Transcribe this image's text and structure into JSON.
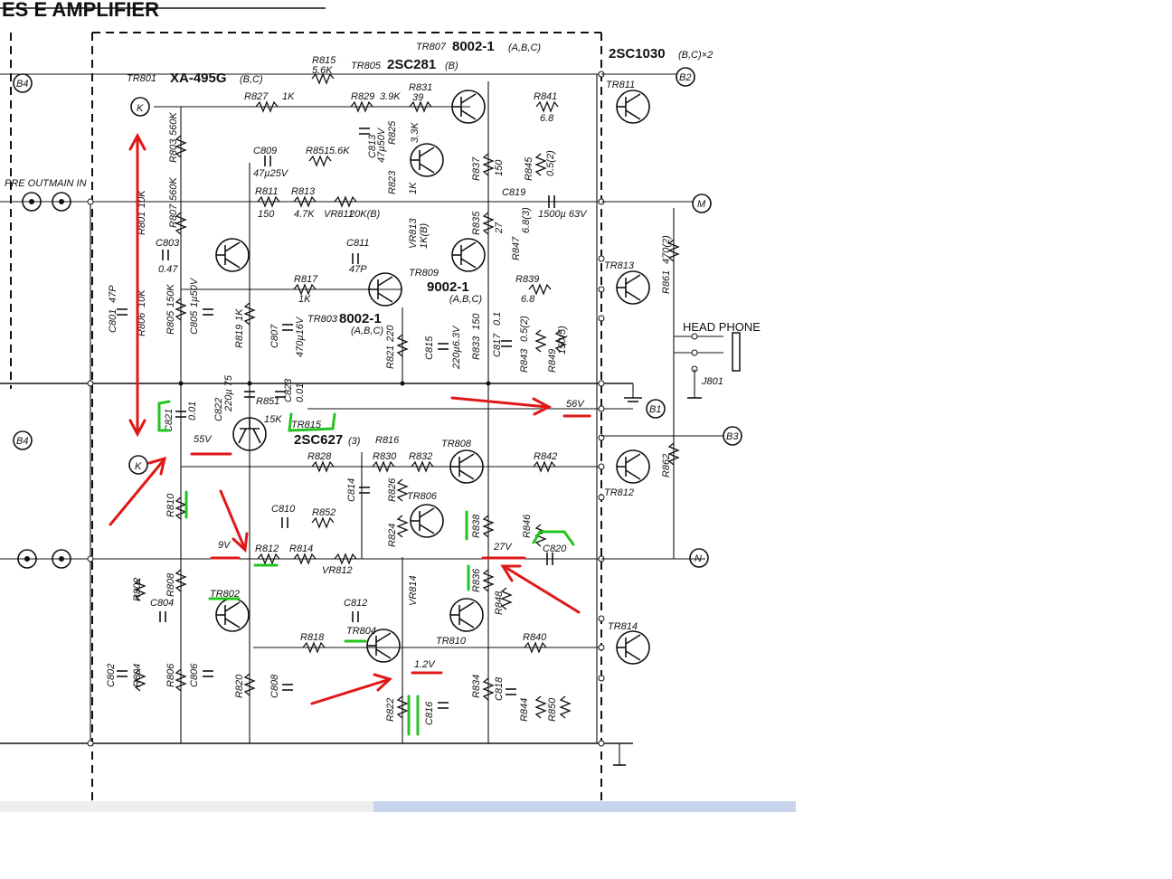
{
  "header": {
    "title_fragment": "ES E AMPLIFIER"
  },
  "transistors": {
    "tr801": {
      "ref": "TR801",
      "part": "XA-495G",
      "grade": "(B,C)"
    },
    "tr803": {
      "ref": "TR803",
      "part": "8002-1",
      "grade": "(A,B,C)"
    },
    "tr805": {
      "ref": "TR805",
      "part": "2SC281",
      "grade": "(B)"
    },
    "tr807": {
      "ref": "TR807",
      "part": "8002-1",
      "grade": "(A,B,C)"
    },
    "tr809": {
      "ref": "TR809",
      "part": "9002-1",
      "grade": "(A,B,C)"
    },
    "tr811": {
      "ref": "TR811"
    },
    "tr813": {
      "ref": "TR813"
    },
    "output": {
      "part": "2SC1030",
      "grade": "(B,C)×2"
    },
    "tr815": {
      "ref": "TR815",
      "part": "2SC627",
      "grade": "(3)"
    },
    "tr802": {
      "ref": "TR802"
    },
    "tr804": {
      "ref": "TR804"
    },
    "tr806": {
      "ref": "TR806"
    },
    "tr808": {
      "ref": "TR808"
    },
    "tr810": {
      "ref": "TR810"
    },
    "tr812": {
      "ref": "TR812"
    },
    "tr814": {
      "ref": "TR814"
    }
  },
  "upper_components": {
    "r815": "R815",
    "r815v": "5.6K",
    "r827": "R827",
    "r827v": "1K",
    "r829": "R829",
    "r829v": "3.9K",
    "r831": "R831",
    "r831v": "39",
    "r841": "R841",
    "r841v": "6.8",
    "c813": "C813",
    "c813v": "47µ50V",
    "r825": "R825",
    "r825v": "3.3K",
    "c809": "C809",
    "c809v": "47µ25V",
    "r851": "R851",
    "r851v": "5.6K",
    "r803": "R803",
    "r803v": "560K",
    "r807": "R807",
    "r807v": "560K",
    "r837": "R837",
    "r837v": "150",
    "r845": "R845",
    "r845v": "0.5(2)",
    "c819": "C819",
    "c819v": "1500µ 63V",
    "r811": "R811",
    "r811v": "150",
    "r813": "R813",
    "r813v": "4.7K",
    "vr811": "VR811",
    "vr811v": "20K(B)",
    "r823": "R823",
    "r823v": "1K",
    "vr813": "VR813",
    "vr813v": "1K(B)",
    "r835": "R835",
    "r835v": "27",
    "r847": "R847",
    "r847v": "6.8(3)",
    "r861": "R861",
    "r861v": "470(2)",
    "c803": "C803",
    "c803v": "0.47",
    "c811": "C811",
    "c811v": "47P",
    "r817": "R817",
    "r817v": "1K",
    "r839": "R839",
    "r839v": "6.8",
    "c801": "C801",
    "c801v": "47P",
    "r805": "R805",
    "r805v": "150K",
    "c805": "C805",
    "c805v": "1µ50V",
    "r819": "R819",
    "r819v": "1K",
    "c807": "C807",
    "c807v": "470µ16V",
    "r821": "R821",
    "r821v": "220",
    "c815": "C815",
    "c815v": "220µ6.3V",
    "r833": "R833",
    "r833v": "150",
    "c817": "C817",
    "c817v": "0.1",
    "r843": "R843",
    "r843v": "0.5(2)",
    "r849": "R849",
    "r849v": "150(5)",
    "r801": "R801",
    "r801v": "10K",
    "r806": "R806",
    "r806v": "10K"
  },
  "middle_components": {
    "c821": "C821",
    "c821v": "0.01",
    "c822": "C822",
    "c822v": "220µ 75",
    "r851b": "R851",
    "r851bv": "15K",
    "c823": "C823",
    "c823v": "0.01"
  },
  "lower_components": {
    "r816": "R816",
    "r828": "R828",
    "r830": "R830",
    "r832": "R832",
    "r842": "R842",
    "r810": "R810",
    "c810": "C810",
    "r852": "R852",
    "c814": "C814",
    "r826": "R826",
    "r838": "R838",
    "r846": "R846",
    "c820": "C820",
    "r862": "R862",
    "r812": "R812",
    "r814": "R814",
    "vr812": "VR812",
    "r824": "R824",
    "r836": "R836",
    "r802": "R802",
    "r808": "R808",
    "c804": "C804",
    "c812": "C812",
    "vr814": "VR814",
    "r848": "R848",
    "r818": "R818",
    "r840": "R840",
    "c802": "C802",
    "r804": "R804",
    "r806": "R806",
    "c806": "C806",
    "r820": "R820",
    "c808": "C808",
    "r822": "R822",
    "c816": "C816",
    "r834": "R834",
    "c818": "C818",
    "r844": "R844",
    "r850": "R850"
  },
  "connectors": {
    "preout": "PRE OUT",
    "mainin": "MAIN IN",
    "headphone": "HEAD PHONE",
    "j801": "J801",
    "k_top": "K",
    "k_bottom": "K",
    "b4_top": "B4",
    "b4_bottom": "B4",
    "b2": "B2",
    "b1": "B1",
    "b3": "B3",
    "m": "M",
    "n": "N"
  },
  "annotations": {
    "v56": "56V",
    "v55": "55V",
    "v9": "9V",
    "v27": "27V",
    "v12": "1.2V"
  },
  "markup_colors": {
    "red": "#e01818",
    "green": "#22c41e"
  }
}
